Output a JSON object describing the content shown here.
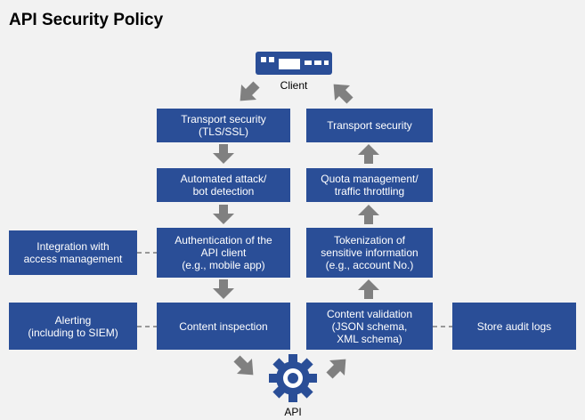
{
  "title": "API Security Policy",
  "client_label": "Client",
  "api_label": "API",
  "left_column": [
    "Transport security\n(TLS/SSL)",
    "Automated attack/\nbot detection",
    "Authentication of the\nAPI client\n(e.g., mobile app)",
    "Content inspection"
  ],
  "right_column": [
    "Transport security",
    "Quota management/\ntraffic throttling",
    "Tokenization of\nsensitive information\n(e.g., account No.)",
    "Content validation\n(JSON schema,\nXML schema)"
  ],
  "side_boxes": {
    "integration": "Integration with\naccess management",
    "alerting": "Alerting\n(including to SIEM)",
    "audit": "Store audit logs"
  },
  "colors": {
    "box": "#2a4e97",
    "arrow": "#808080",
    "dash": "#7a7a7a",
    "background": "#f2f2f2"
  },
  "icons": {
    "client": "server-icon",
    "api": "gear-icon"
  }
}
